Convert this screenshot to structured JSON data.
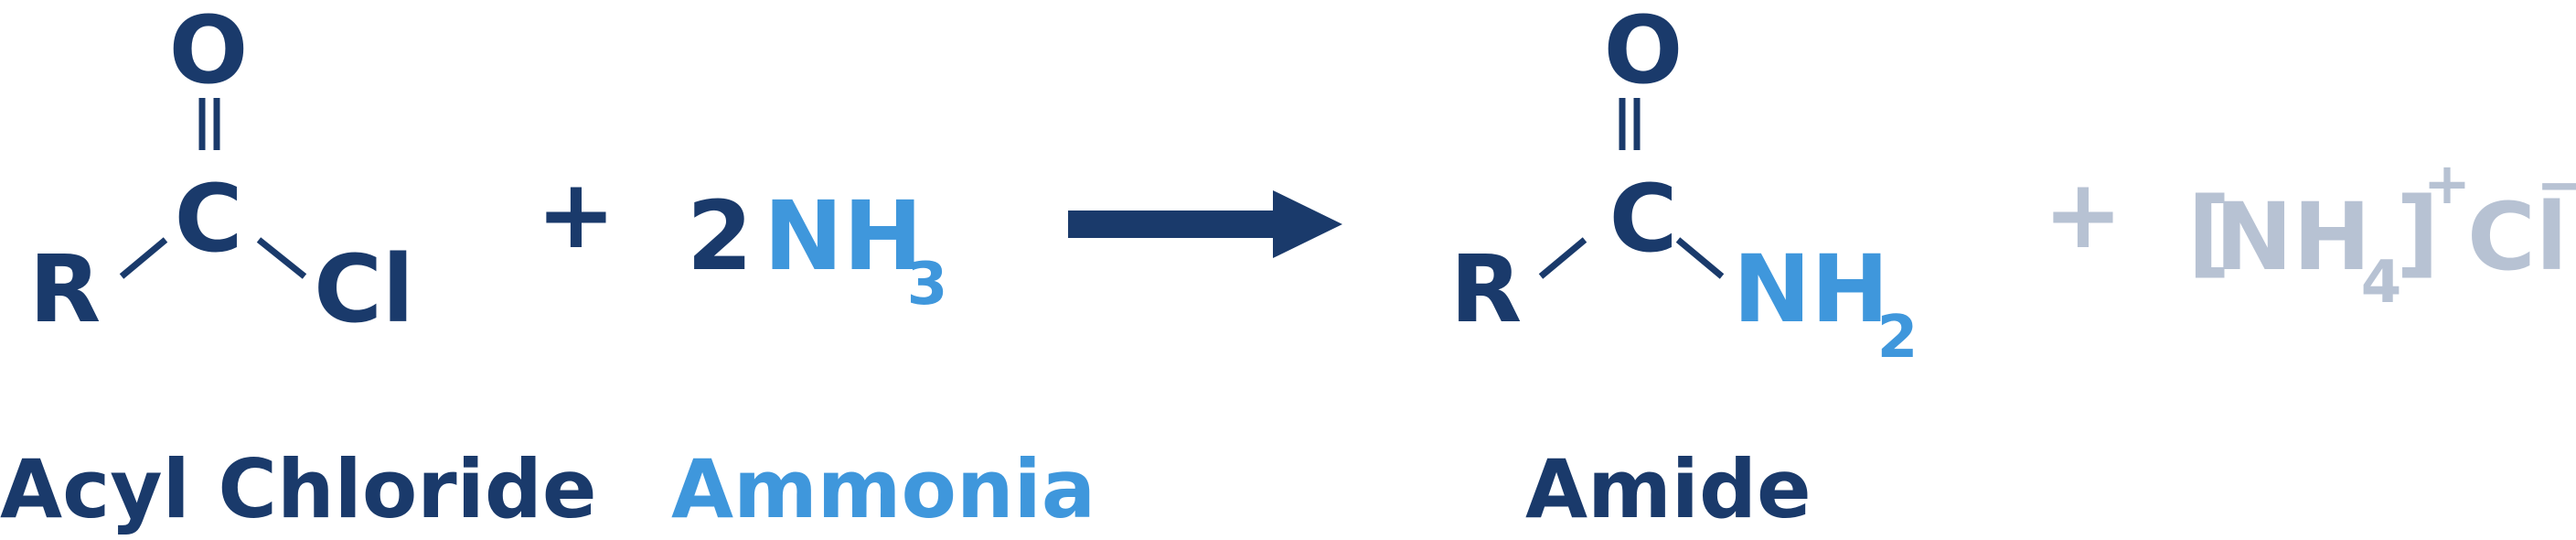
{
  "colors": {
    "navy": "#1a3a6b",
    "blue": "#3f97dc",
    "gray": "#b7c2d3"
  },
  "reaction": {
    "acyl_chloride": {
      "O": "O",
      "C": "C",
      "R": "R",
      "Cl": "Cl",
      "label": "Acyl Chloride"
    },
    "plus_1": "+",
    "ammonia": {
      "coefficient": "2",
      "NH": "NH",
      "subscript": "3",
      "label": "Ammonia"
    },
    "arrow_icon": "right-arrow-icon",
    "amide": {
      "O": "O",
      "C": "C",
      "R": "R",
      "NH": "NH",
      "subscript": "2",
      "label": "Amide"
    },
    "plus_2": "+",
    "ammonium_chloride": {
      "open_bracket": "[",
      "NH": "NH",
      "subscript": "4",
      "close_bracket": "]",
      "charge_plus": "+",
      "Cl": "Cl",
      "charge_minus": "−"
    }
  }
}
